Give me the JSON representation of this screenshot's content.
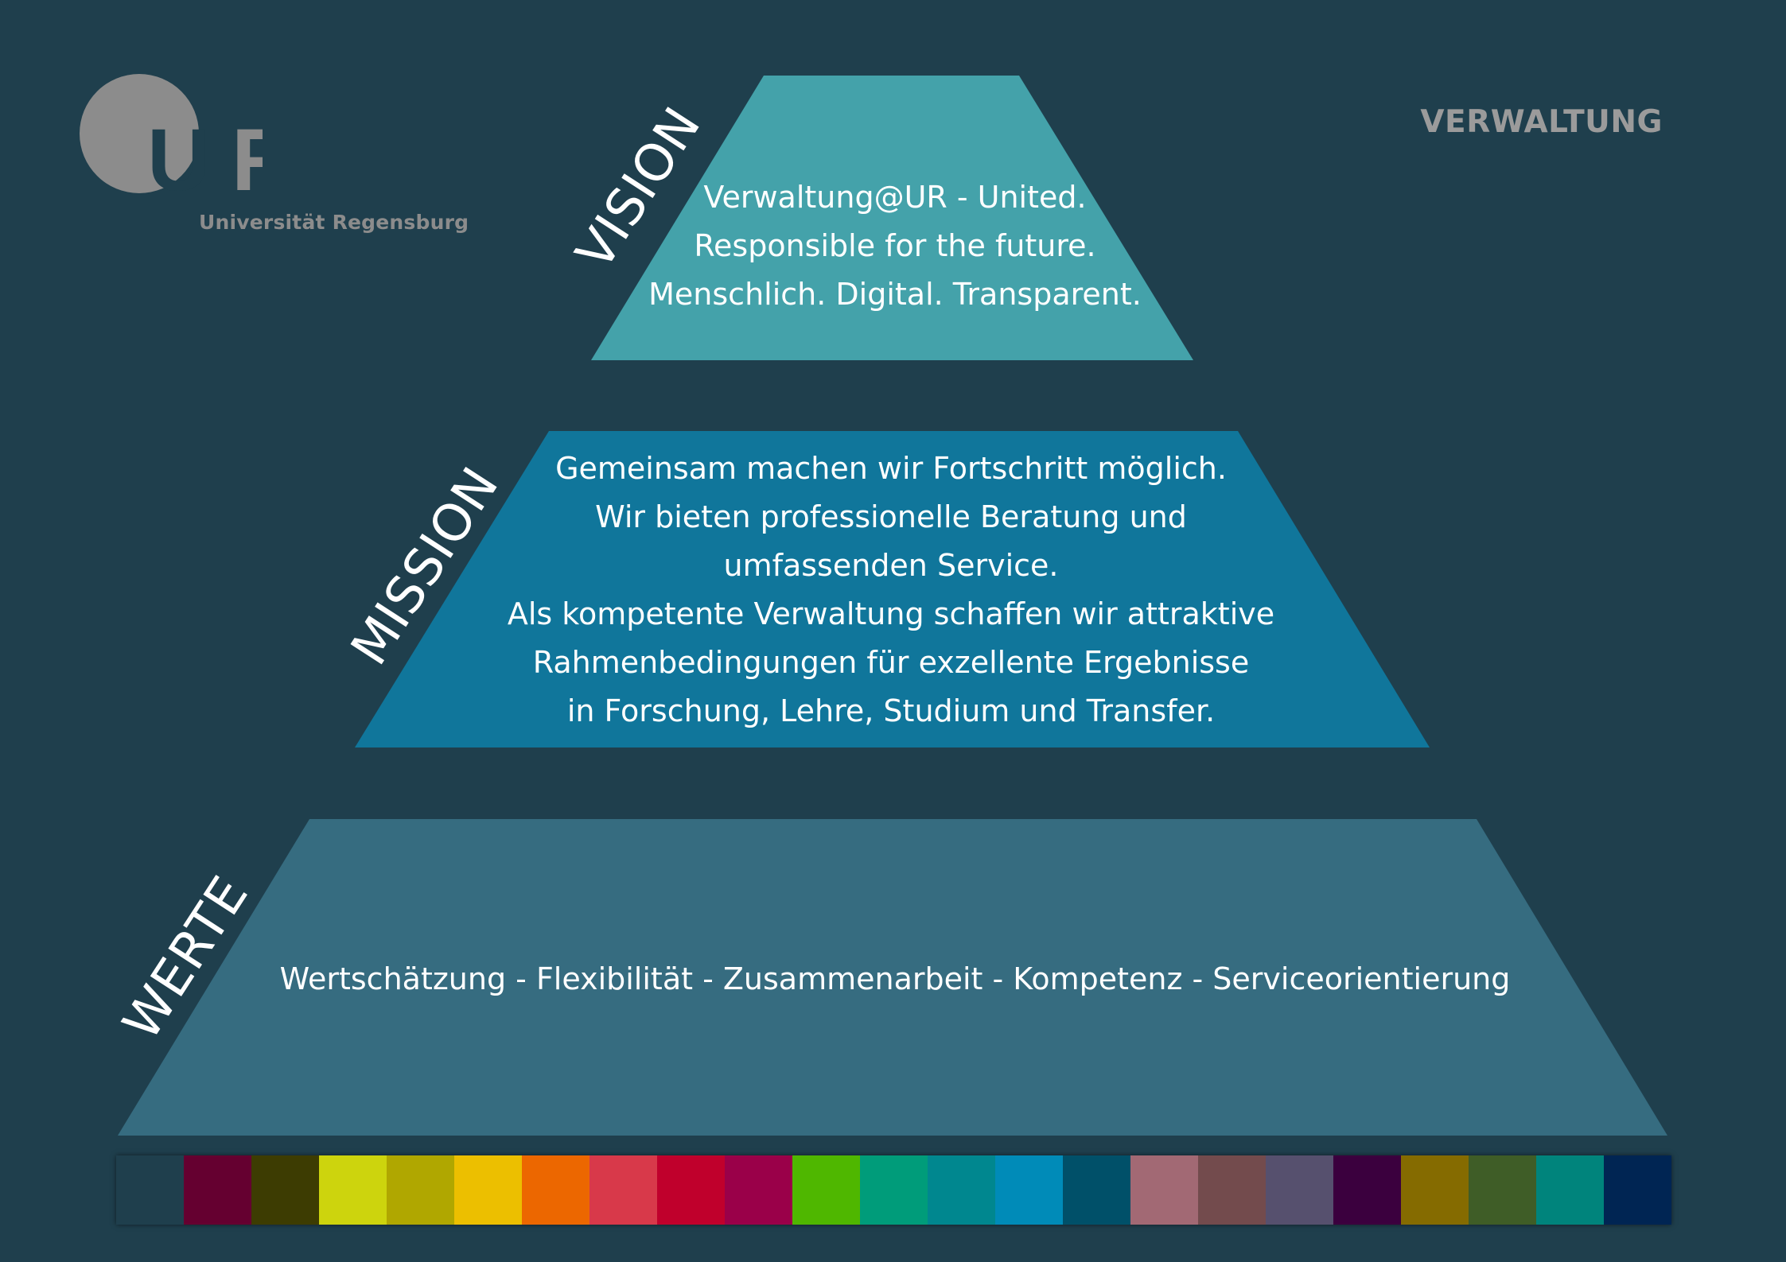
{
  "header": {
    "logo_letters": "UR",
    "university_name": "Universität Regensburg",
    "unit_label": "VERWALTUNG"
  },
  "pyramid": {
    "vision": {
      "label": "VISION",
      "lines": [
        "Verwaltung@UR - United.",
        "Responsible for the future.",
        "Menschlich. Digital. Transparent."
      ],
      "color": "#44a2aa"
    },
    "mission": {
      "label": "MISSION",
      "lines": [
        "Gemeinsam machen wir Fortschritt möglich.",
        "Wir bieten professionelle Beratung und",
        "umfassenden Service.",
        "Als kompetente Verwaltung schaffen wir attraktive",
        "Rahmenbedingungen für exzellente Ergebnisse",
        "in Forschung, Lehre, Studium und Transfer."
      ],
      "color": "#10769b"
    },
    "values": {
      "label": "WERTE",
      "lines": [
        "Wertschätzung - Flexibilität - Zusammenarbeit - Kompetenz - Serviceorientierung"
      ],
      "color": "#366c80"
    }
  },
  "colors": {
    "background": "#1f3f4d",
    "logo_gray": "#8c8c8c"
  },
  "swatches": [
    "#1f3f4d",
    "#650030",
    "#3d3c02",
    "#cdd40d",
    "#b0a700",
    "#ecbf00",
    "#ec6700",
    "#d8394a",
    "#c0002c",
    "#9a0049",
    "#4fb700",
    "#009c7a",
    "#00878f",
    "#008bb8",
    "#005069",
    "#a26974",
    "#734b4d",
    "#56506e",
    "#3b003e",
    "#856b00",
    "#3f5d27",
    "#00847c",
    "#002553"
  ]
}
